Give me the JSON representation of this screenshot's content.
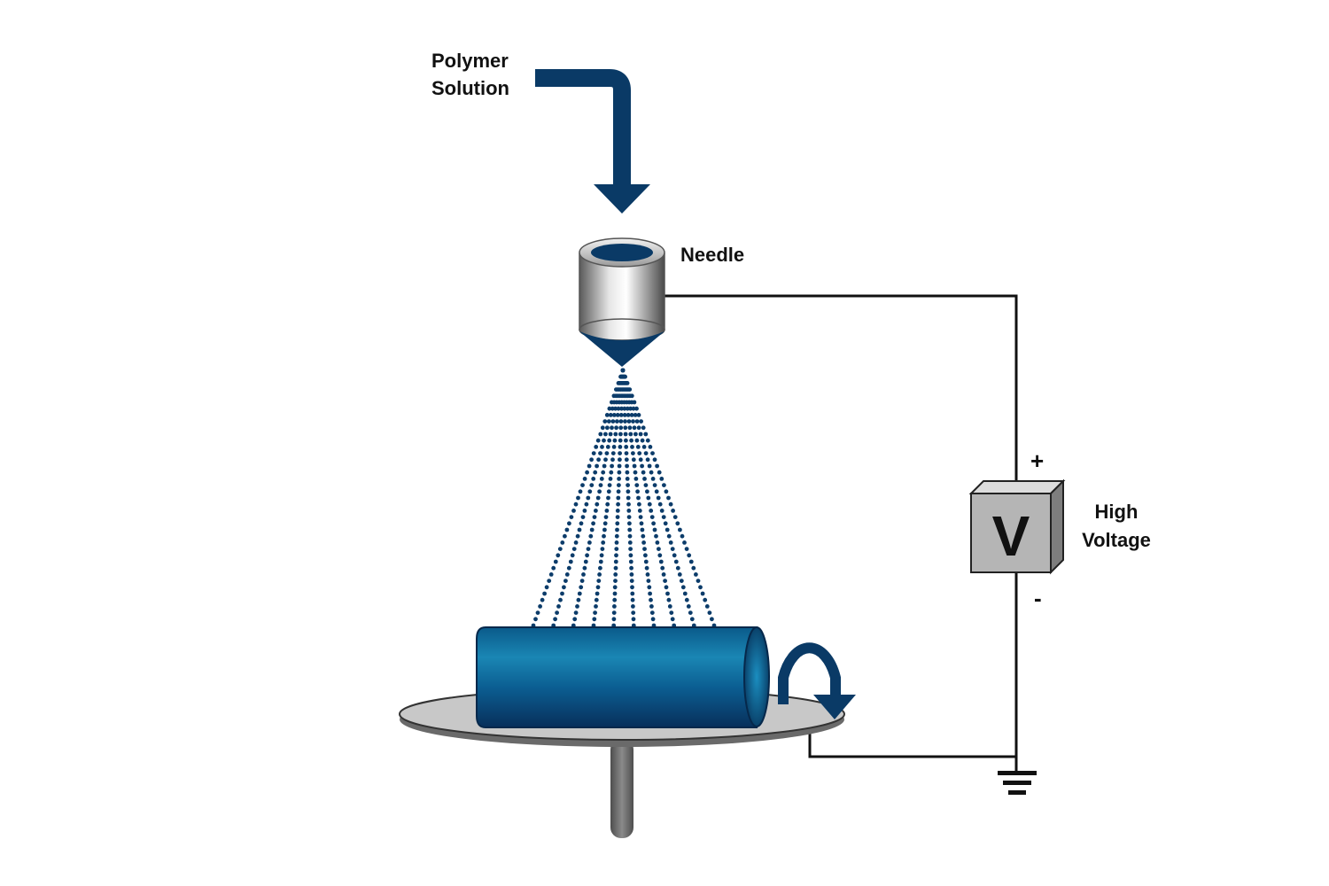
{
  "labels": {
    "polymer_line1": "Polymer",
    "polymer_line2": "Solution",
    "needle": "Needle",
    "voltage_line1": "High",
    "voltage_line2": "Voltage",
    "voltage_symbol": "V",
    "plus": "+",
    "minus": "-"
  },
  "colors": {
    "navy": "#0a3a66",
    "jet_dot": "#0c3c6a",
    "collector": "#0a6a9a",
    "platform": "#c8c8c8",
    "stand": "#6e6e6e",
    "voltage_box": "#b5b5b5",
    "wire": "#111111"
  },
  "icons": {
    "feed": "down-arrow-icon",
    "rotation": "rotation-arrow-icon",
    "ground": "ground-icon"
  }
}
